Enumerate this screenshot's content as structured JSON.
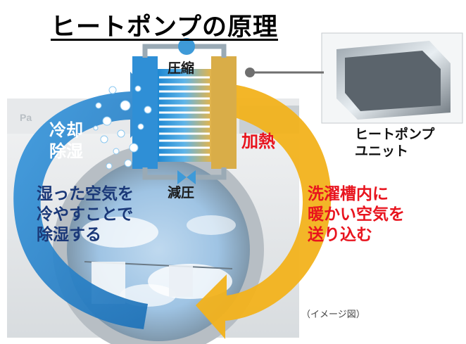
{
  "title": "ヒートポンプの原理",
  "labels": {
    "compress": "圧縮",
    "depressurize": "減圧",
    "cooling": "冷却\n除湿",
    "heating": "加熱",
    "unit": "ヒートポンプ\nユニット",
    "dehumidify_desc": "湿った空気を\n冷やすことで\n除湿する",
    "heat_desc": "洗濯槽内に\n暖かい空気を\n送り込む",
    "image_note": "（イメージ図）"
  },
  "colors": {
    "cool_blue": "#1e88d2",
    "warm_orange": "#f2b21c",
    "dark_navy": "#1a3878",
    "red": "#e8141e"
  }
}
